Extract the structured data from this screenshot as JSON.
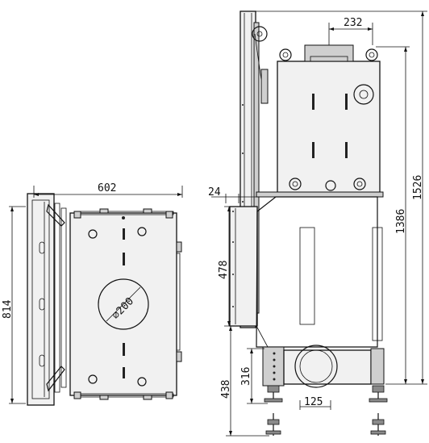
{
  "dimensions": {
    "width_602": "602",
    "height_814": "814",
    "diameter_200": "⌀200",
    "top_232": "232",
    "gap_24": "24",
    "depth_478": "478",
    "height_316": "316",
    "height_438": "438",
    "width_125": "125",
    "height_1386": "1386",
    "height_1526": "1526"
  }
}
